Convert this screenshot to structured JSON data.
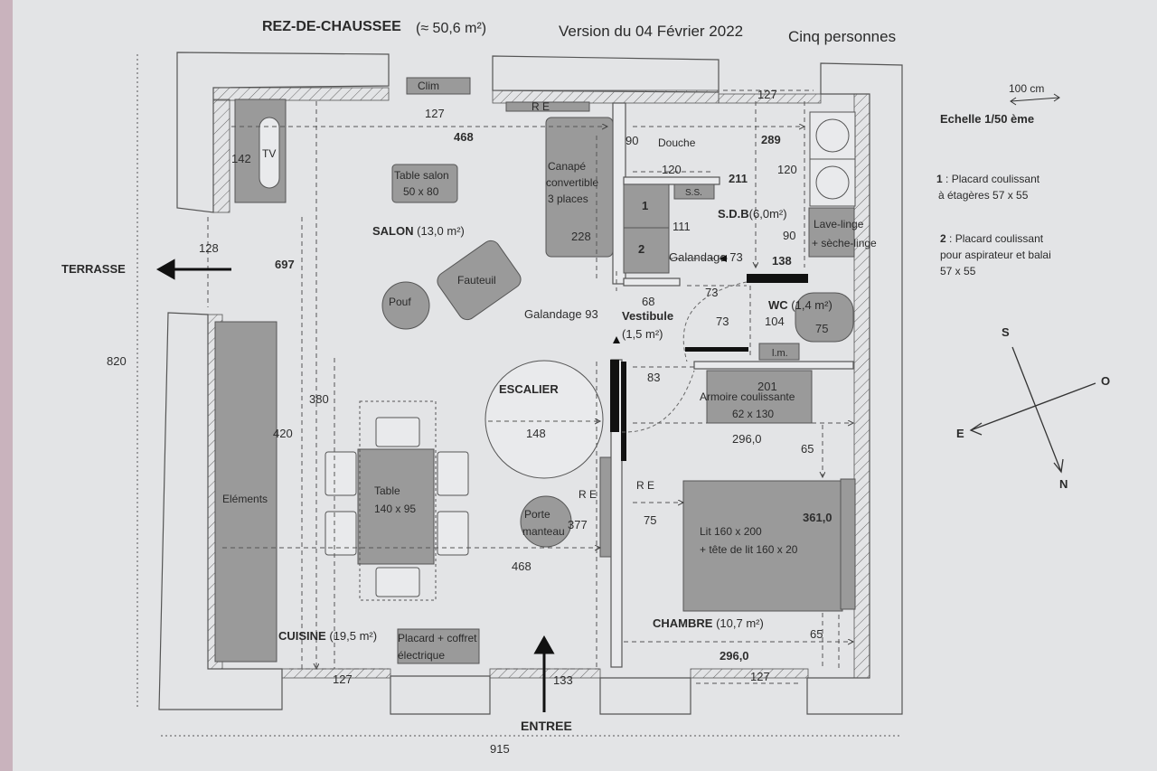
{
  "header": {
    "title": "REZ-DE-CHAUSSEE",
    "area": "(≈ 50,6 m²)",
    "version": "Version du 04 Février 2022",
    "occupancy": "Cinq personnes"
  },
  "scale": {
    "bar_label": "100 cm",
    "text": "Echelle 1/50 ème"
  },
  "legend": [
    {
      "num": "1",
      "text_line1": " : Placard coulissant",
      "text_line2": "à étagères 57 x 55"
    },
    {
      "num": "2",
      "text_line1": " : Placard coulissant",
      "text_line2": "pour aspirateur et balai",
      "text_line3": "57 x 55"
    }
  ],
  "compass": {
    "s": "S",
    "o": "O",
    "e": "E",
    "n": "N"
  },
  "outside": {
    "terrasse": "TERRASSE",
    "entree": "ENTREE",
    "height_820": "820",
    "width_915": "915"
  },
  "rooms": {
    "salon_name": "SALON",
    "salon_area": "(13,0 m²)",
    "cuisine_name": "CUISINE",
    "cuisine_area": "(19,5 m²)",
    "sdb_name": "S.D.B",
    "sdb_area": "(6,0m²)",
    "wc_name": "WC",
    "wc_area": "(1,4 m²)",
    "vestibule_name": "Vestibule",
    "vestibule_area": "(1,5 m²)",
    "chambre_name": "CHAMBRE",
    "chambre_area": "(10,7 m²)",
    "escalier_name": "ESCALIER"
  },
  "furniture": {
    "clim": "Clim",
    "re_top": "R E",
    "tv": "TV",
    "table_salon_1": "Table salon",
    "table_salon_2": "50 x 80",
    "canape_1": "Canapé",
    "canape_2": "convertible",
    "canape_3": "3 places",
    "fauteuil": "Fauteuil",
    "pouf": "Pouf",
    "douche": "Douche",
    "ss": "S.S.",
    "placard1": "1",
    "placard2": "2",
    "lave_linge_1": "Lave-linge",
    "lave_linge_2": "+ sèche-linge",
    "lm": "l.m.",
    "armoire_1": "Armoire coulissante",
    "armoire_2": "62 x 130",
    "table_1": "Table",
    "table_2": "140 x 95",
    "elements": "Eléments",
    "porte_1": "Porte",
    "porte_2": "manteau",
    "placard_coffret_1": "Placard + coffret",
    "placard_coffret_2": "électrique",
    "lit_1": "Lit  160 x 200",
    "lit_2": "+ tête de lit 160 x 20",
    "re_left": "R E",
    "re_right": "R E"
  },
  "dims": {
    "d127_top": "127",
    "d468_top": "468",
    "d142": "142",
    "d128": "128",
    "d697": "697",
    "d420": "420",
    "d380": "380",
    "d228": "228",
    "d90": "90",
    "d120a": "120",
    "d111": "111",
    "d68": "68",
    "d289": "289",
    "d211": "211",
    "d120b": "120",
    "d127_sdb": "127",
    "d90b": "90",
    "galandage73": "Galandage 73",
    "d138": "138",
    "d73a": "73",
    "d73b": "73",
    "d104": "104",
    "d75_wc": "75",
    "galandage93": "Galandage 93",
    "d83": "83",
    "d201": "201",
    "d148": "148",
    "d296_a": "296,0",
    "d65_a": "65",
    "d361": "361,0",
    "d377": "377",
    "d75": "75",
    "d468_bottom": "468",
    "d65_b": "65",
    "d296_b": "296,0",
    "d127_bl": "127",
    "d133": "133",
    "d127_br": "127"
  }
}
